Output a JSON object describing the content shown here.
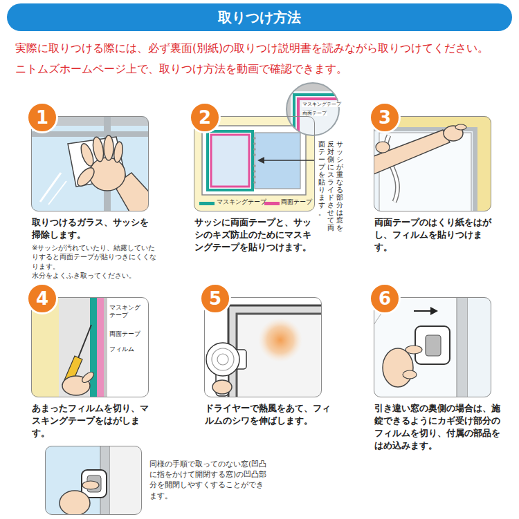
{
  "diagram": {
    "title": "取りつけ方法",
    "nodes": [
      {
        "text": [
          "1",
          "取りつけるガラス、サッシを掃除します。",
          "※サッシが汚れていたり、結露していたりすると両面テープが貼りつきにくくなります。",
          "水分をよくふき取ってください。"
        ]
      },
      {
        "text": [
          "2",
          "サッシに両面テープと、サッシのキズ防止のためにマスキングテープを貼りつけます。"
        ]
      },
      {
        "text": [
          "3",
          "両面テープのはくり紙をはがし、フィルムを貼りつけます。"
        ]
      },
      {
        "text": [
          "4",
          "あまったフィルムを切り、マスキングテープをはがします。"
        ]
      },
      {
        "text": [
          "5",
          "ドライヤーで熱風をあて、フィルムのシワを伸ばします。"
        ]
      },
      {
        "text": [
          "6",
          "引き違い窓の奥側の場合は、施錠できるようにカギ受け部分のフィルムを切り、付属の部品をはめ込みます。"
        ]
      },
      {
        "text": [
          "同様の手順で取ってのない窓(凹凸に指をかけて開閉する窓)の凹凸部分を開閉しやすくすることができます。"
        ]
      }
    ],
    "labels": [
      "実際に取りつける際には、必ず裏面(別紙)の取りつけ説明書を読みながら取りつけてください。",
      "ニトムズホームページ上で、取りつけ方法を動画で確認できます。",
      "マスキングテープ",
      "両面テープ",
      "サッシが重なる部分は窓を反対側にスライドさせて両面テープを貼ります。",
      "マスキングテープ",
      "両面テープ",
      "フィルム"
    ],
    "legend": [
      {
        "text": "マスキングテープ",
        "color": "#1ba597"
      },
      {
        "text": "両面テープ",
        "color": "#e4509a"
      }
    ]
  }
}
